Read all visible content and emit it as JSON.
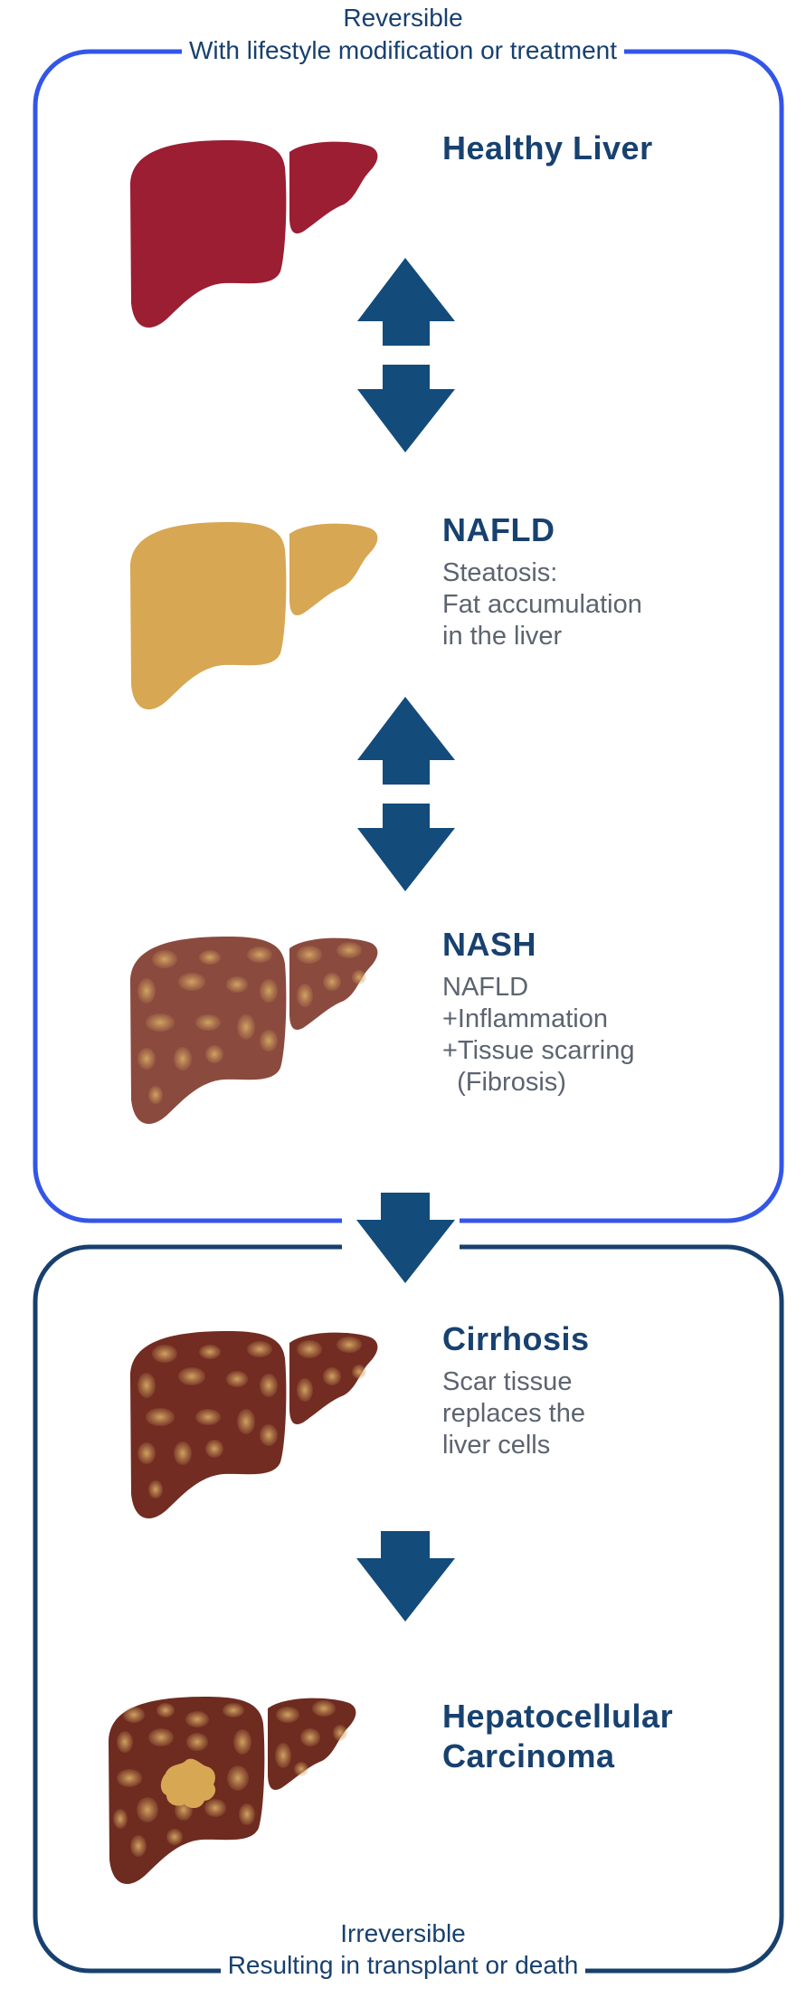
{
  "reversible_box": {
    "title": "Reversible",
    "subtitle": "With lifestyle modification or treatment"
  },
  "irreversible_box": {
    "title": "Irreversible",
    "subtitle": "Resulting in transplant or death"
  },
  "stages": {
    "healthy": {
      "title": "Healthy Liver"
    },
    "nafld": {
      "title": "NAFLD",
      "desc": "Steatosis:\nFat accumulation\nin the liver"
    },
    "nash": {
      "title": "NASH",
      "desc": "NAFLD\n+Inflammation\n+Tissue scarring\n  (Fibrosis)"
    },
    "cirrhosis": {
      "title": "Cirrhosis",
      "desc": "Scar tissue\nreplaces the\nliver cells"
    },
    "hcc": {
      "title": "Hepatocellular\nCarcinoma"
    }
  },
  "colors": {
    "reversible_border": "#3355e8",
    "irreversible_border": "#18406e",
    "arrow": "#134b7b",
    "healthy_liver": "#9b1e33",
    "nafld_liver": "#d7a754",
    "nash_liver": "#8b4a3e",
    "cirrhosis_liver": "#722c22",
    "spot": "#c99a5b"
  }
}
